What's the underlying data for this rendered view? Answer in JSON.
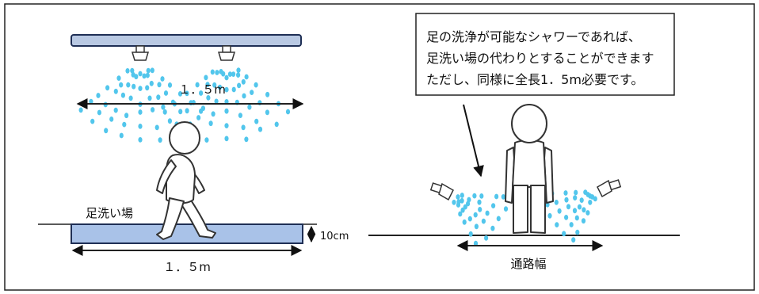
{
  "left": {
    "top_width_label": "１．５m",
    "footbath_label": "足洗い場",
    "depth_label": "10cm",
    "bottom_width_label": "１．５m"
  },
  "right": {
    "note_lines": [
      "足の洗浄が可能なシャワーであれば、",
      "足洗い場の代わりとすることができます",
      "ただし、同様に全長1．5m必要です。"
    ],
    "passage_label": "通路幅"
  },
  "colors": {
    "pipe_fill": "#b9c9e3",
    "pool_fill": "#a9c2e8",
    "droplet": "#52c6ec"
  }
}
